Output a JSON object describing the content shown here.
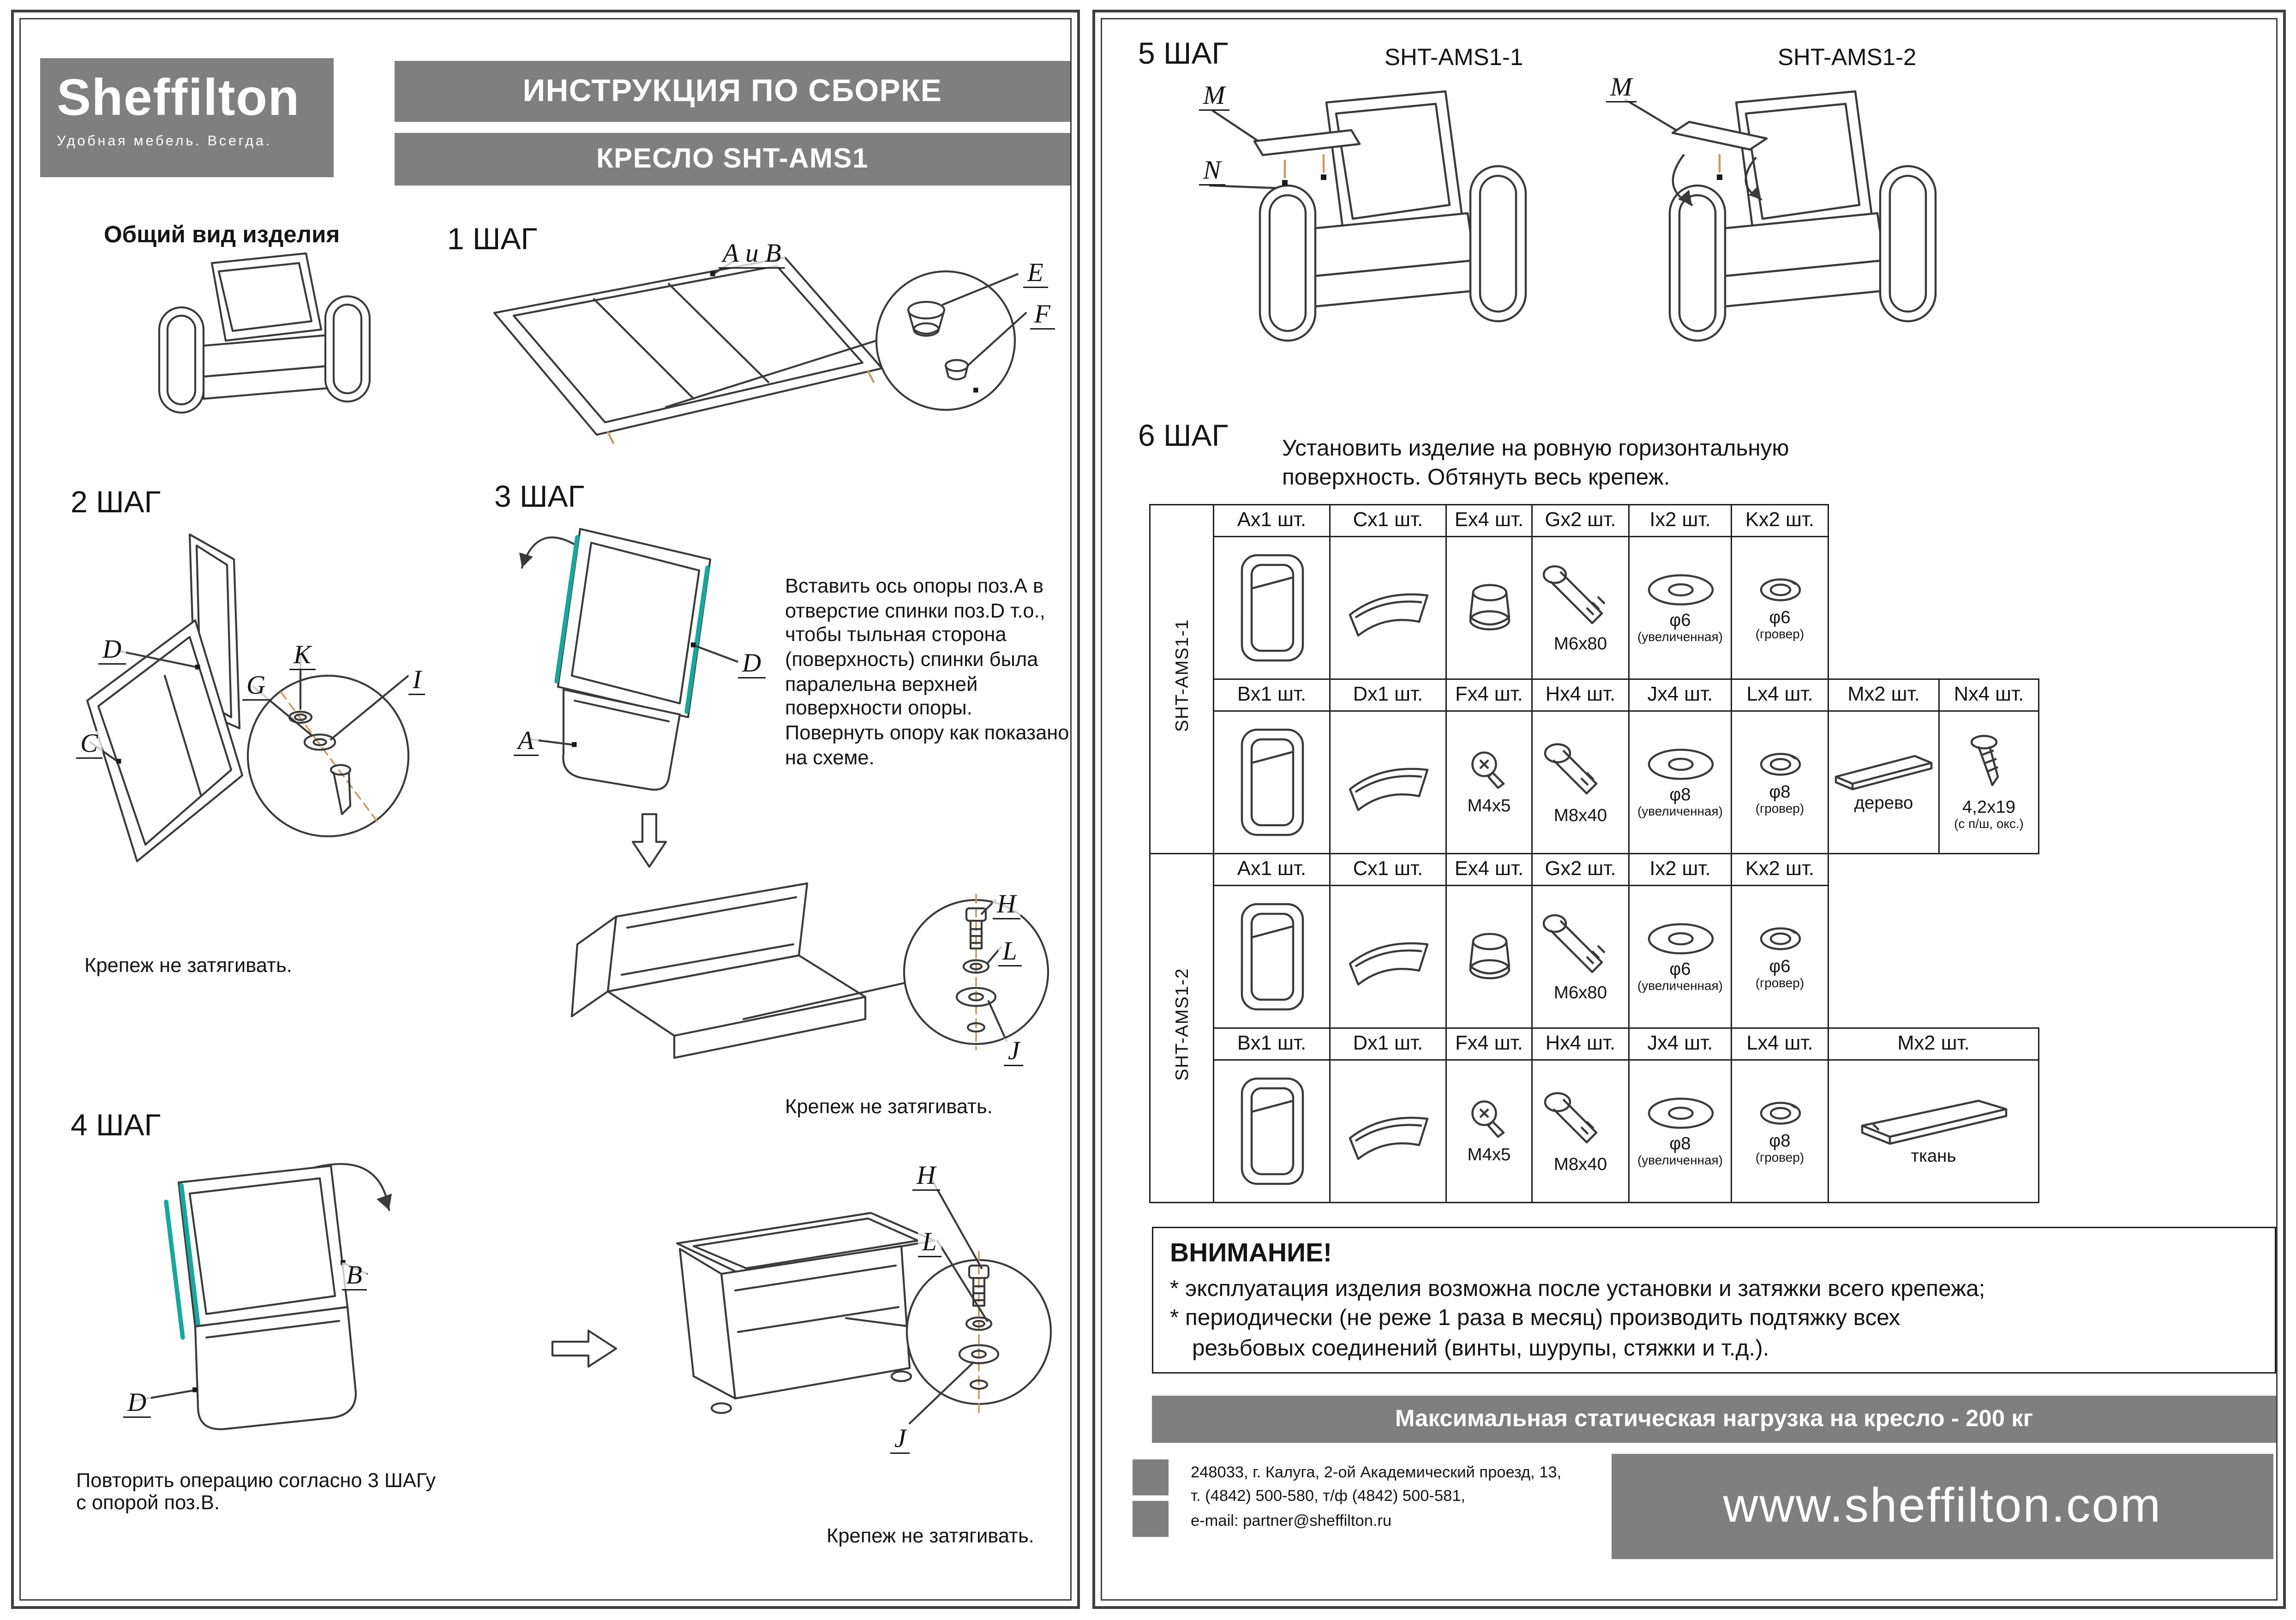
{
  "colors": {
    "gray": "#7f7f7f",
    "teal": "#18a79f",
    "line": "#3a3a3a",
    "orange": "#c59a62"
  },
  "left": {
    "logo": {
      "name": "Sheffilton",
      "tagline": "Удобная мебель. Всегда."
    },
    "header": {
      "line1": "ИНСТРУКЦИЯ ПО СБОРКЕ",
      "line2": "КРЕСЛО SHT-AMS1"
    },
    "overview_label": "Общий вид изделия",
    "step1": {
      "title": "1 ШАГ",
      "callout_ab": "А и В",
      "callout_e": "E",
      "callout_f": "F"
    },
    "step2": {
      "title": "2 ШАГ",
      "callout_d": "D",
      "callout_k": "K",
      "callout_g": "G",
      "callout_i": "I",
      "callout_c": "C",
      "note": "Крепеж не затягивать."
    },
    "step3": {
      "title": "3 ШАГ",
      "callout_d": "D",
      "callout_a": "A",
      "callout_h": "H",
      "callout_l": "L",
      "callout_j": "J",
      "text": "Вставить ось опоры поз.А в\nотверстие спинки поз.D т.о.,\nчтобы тыльная сторона\n(поверхность) спинки была\nпаралельна верхней\nповерхности опоры.\nПовернуть опору как показано\nна схеме.",
      "note": "Крепеж не затягивать."
    },
    "step4": {
      "title": "4 ШАГ",
      "callout_b": "B",
      "callout_d": "D",
      "callout_h": "H",
      "callout_l": "L",
      "callout_j": "J",
      "note1": "Повторить операцию согласно 3 ШАГу\nс опорой поз.В.",
      "note2": "Крепеж не затягивать."
    }
  },
  "right": {
    "step5": {
      "title": "5 ШАГ",
      "model1": "SHT-AMS1-1",
      "model2": "SHT-AMS1-2",
      "callout_m1": "М",
      "callout_n1": "N",
      "callout_m2": "М"
    },
    "step6": {
      "title": "6 ШАГ",
      "text": "Установить изделие на ровную горизонтальную\nповерхность. Обтянуть весь крепеж."
    },
    "table": {
      "sections": [
        {
          "side_label": "SHT-AMS1-1",
          "r1_headers": [
            "Ax1 шт.",
            "Cx1 шт.",
            "Ex4 шт.",
            "Gx2 шт.",
            "Ix2 шт.",
            "Kx2 шт."
          ],
          "r1_cap": {
            "g": "M6x80",
            "i": "φ6",
            "k": "φ6"
          },
          "r1_sub": {
            "i": "(увеличенная)",
            "k": "(гровер)"
          },
          "r2_headers": [
            "Bx1 шт.",
            "Dx1 шт.",
            "Fx4 шт.",
            "Hx4 шт.",
            "Jx4 шт.",
            "Lx4 шт.",
            "Mx2 шт.",
            "Nx4 шт."
          ],
          "r2_cap": {
            "f": "M4x5",
            "h": "M8x40",
            "j": "φ8",
            "l": "φ8",
            "m": "дерево",
            "n": "4,2x19"
          },
          "r2_sub": {
            "j": "(увеличенная)",
            "l": "(гровер)",
            "n": "(с п/ш, окс.)"
          }
        },
        {
          "side_label": "SHT-AMS1-2",
          "r1_headers": [
            "Ax1 шт.",
            "Cx1 шт.",
            "Ex4 шт.",
            "Gx2 шт.",
            "Ix2 шт.",
            "Kx2 шт."
          ],
          "r1_cap": {
            "g": "M6x80",
            "i": "φ6",
            "k": "φ6"
          },
          "r1_sub": {
            "i": "(увеличенная)",
            "k": "(гровер)"
          },
          "r2_headers": [
            "Bx1 шт.",
            "Dx1 шт.",
            "Fx4 шт.",
            "Hx4 шт.",
            "Jx4 шт.",
            "Lx4 шт.",
            "Mx2 шт."
          ],
          "r2_cap": {
            "f": "M4x5",
            "h": "M8x40",
            "j": "φ8",
            "l": "φ8",
            "m": "ткань"
          },
          "r2_sub": {
            "j": "(увеличенная)",
            "l": "(гровер)"
          }
        }
      ]
    },
    "attention": {
      "title": "ВНИМАНИЕ!",
      "lines": [
        "* эксплуатация изделия возможна после установки и затяжки всего крепежа;",
        "* периодически (не реже 1 раза в месяц) производить подтяжку всех",
        "резьбовых соединений (винты, шурупы, стяжки и т.д.)."
      ]
    },
    "load_note": "Максимальная статическая нагрузка на кресло - 200 кг",
    "footer": {
      "address": "248033, г. Калуга, 2-ой Академический проезд, 13,\nт. (4842) 500-580, т/ф (4842) 500-581,\ne-mail: partner@sheffilton.ru",
      "website": "www.sheffilton.com"
    }
  }
}
